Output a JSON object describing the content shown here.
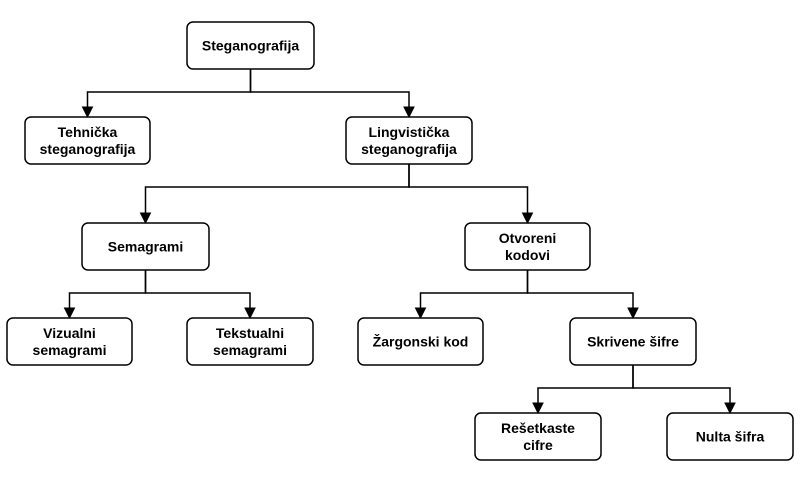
{
  "nodes": [
    {
      "id": "steganografija",
      "lines": [
        "Steganografija"
      ]
    },
    {
      "id": "tehnicka",
      "lines": [
        "Tehnička",
        "steganografija"
      ]
    },
    {
      "id": "lingvisticka",
      "lines": [
        "Lingvistička",
        "steganografija"
      ]
    },
    {
      "id": "semagrami",
      "lines": [
        "Semagrami"
      ]
    },
    {
      "id": "otvoreni",
      "lines": [
        "Otvoreni",
        "kodovi"
      ]
    },
    {
      "id": "vizualni",
      "lines": [
        "Vizualni",
        "semagrami"
      ]
    },
    {
      "id": "tekstualni",
      "lines": [
        "Tekstualni",
        "semagrami"
      ]
    },
    {
      "id": "zargonski",
      "lines": [
        "Žargonski kod"
      ]
    },
    {
      "id": "skrivene",
      "lines": [
        "Skrivene šifre"
      ]
    },
    {
      "id": "resetkaste",
      "lines": [
        "Rešetkaste",
        "cifre"
      ]
    },
    {
      "id": "nulta",
      "lines": [
        "Nulta šifra"
      ]
    }
  ],
  "edges": [
    {
      "from": "steganografija",
      "to": "tehnicka"
    },
    {
      "from": "steganografija",
      "to": "lingvisticka"
    },
    {
      "from": "lingvisticka",
      "to": "semagrami"
    },
    {
      "from": "lingvisticka",
      "to": "otvoreni"
    },
    {
      "from": "semagrami",
      "to": "vizualni"
    },
    {
      "from": "semagrami",
      "to": "tekstualni"
    },
    {
      "from": "otvoreni",
      "to": "zargonski"
    },
    {
      "from": "otvoreni",
      "to": "skrivene"
    },
    {
      "from": "skrivene",
      "to": "resetkaste"
    },
    {
      "from": "skrivene",
      "to": "nulta"
    }
  ]
}
